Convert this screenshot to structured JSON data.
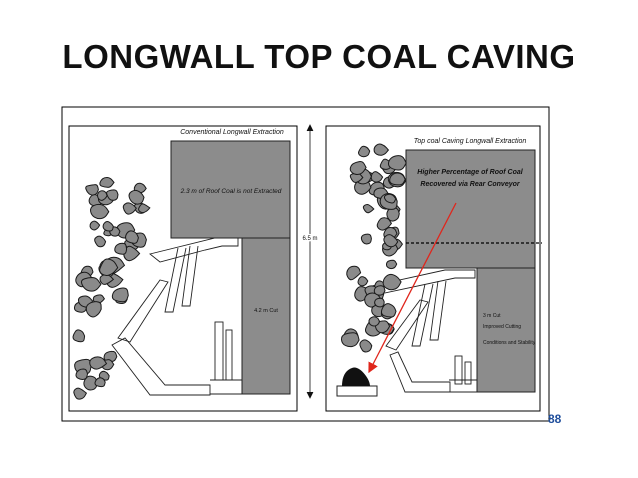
{
  "slide": {
    "title": "LONGWALL TOP COAL CAVING",
    "page_number": "88"
  },
  "diagram": {
    "left_panel": {
      "heading": "Conventional Longwall Extraction",
      "roof_coal_label": "2.3 m of Roof Coal is not Extracted",
      "cut_label": "4.2 m Cut"
    },
    "seam_height_label": "6.5 m",
    "right_panel": {
      "heading": "Top coal Caving Longwall Extraction",
      "recovery_label_line1": "Higher Percentage of Roof Coal",
      "recovery_label_line2": "Recovered via Rear Conveyor",
      "cut_label_lines": [
        "3 m Cut",
        "Improved Cutting",
        "Conditions and Stability"
      ]
    },
    "colors": {
      "coal_block": "#8c8c8c",
      "rock": "#8a8a8a",
      "arrow": "#e0261c",
      "page_number": "#1f4e9c"
    }
  }
}
